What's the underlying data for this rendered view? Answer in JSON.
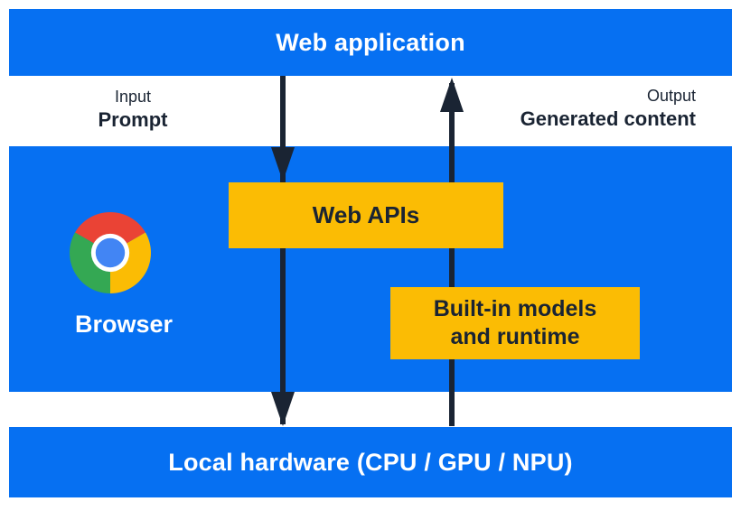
{
  "top_bar": {
    "label": "Web application"
  },
  "io_labels": {
    "input": {
      "caption": "Input",
      "value": "Prompt"
    },
    "output": {
      "caption": "Output",
      "value": "Generated content"
    }
  },
  "browser_section": {
    "label": "Browser",
    "logo": "chrome-logo-icon",
    "boxes": {
      "web_apis": {
        "label": "Web APIs"
      },
      "builtin": {
        "line1": "Built-in models",
        "line2": "and runtime"
      }
    }
  },
  "bottom_bar": {
    "label": "Local hardware (CPU / GPU / NPU)"
  },
  "colors": {
    "section_blue": "#0670f2",
    "box_yellow": "#fbbc04",
    "arrow_dark": "#1a2433",
    "chrome_red": "#ea4335",
    "chrome_yellow": "#fbbc04",
    "chrome_green": "#34a853",
    "chrome_center_blue": "#4285f4"
  }
}
